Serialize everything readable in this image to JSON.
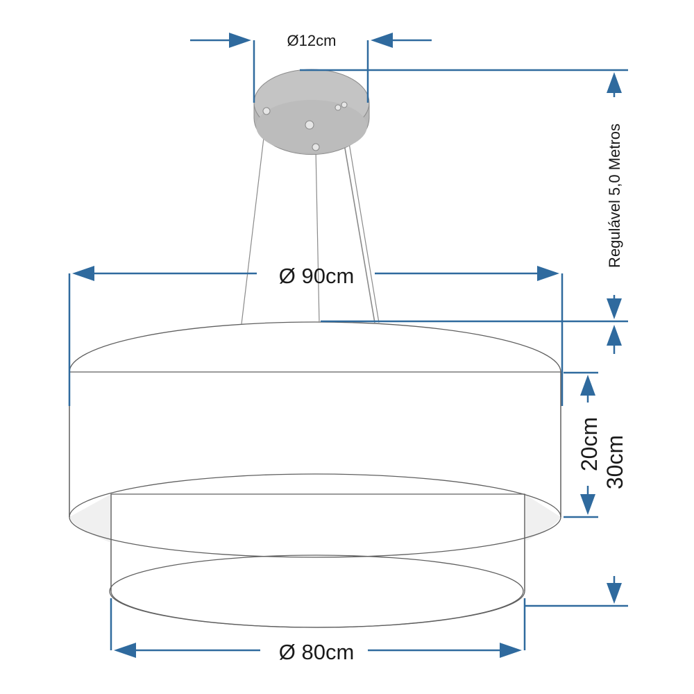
{
  "labels": {
    "canopy_diameter": "Ø12cm",
    "top_diameter": "Ø 90cm",
    "bottom_diameter": "Ø 80cm",
    "cable_length": "Regulável 5,0 Metros",
    "upper_drum_height": "20cm",
    "total_height": "30cm"
  },
  "colors": {
    "dimension_lines": "#2f6a9e",
    "outline": "#5f5f5f",
    "canopy": "#c4c4c4"
  }
}
